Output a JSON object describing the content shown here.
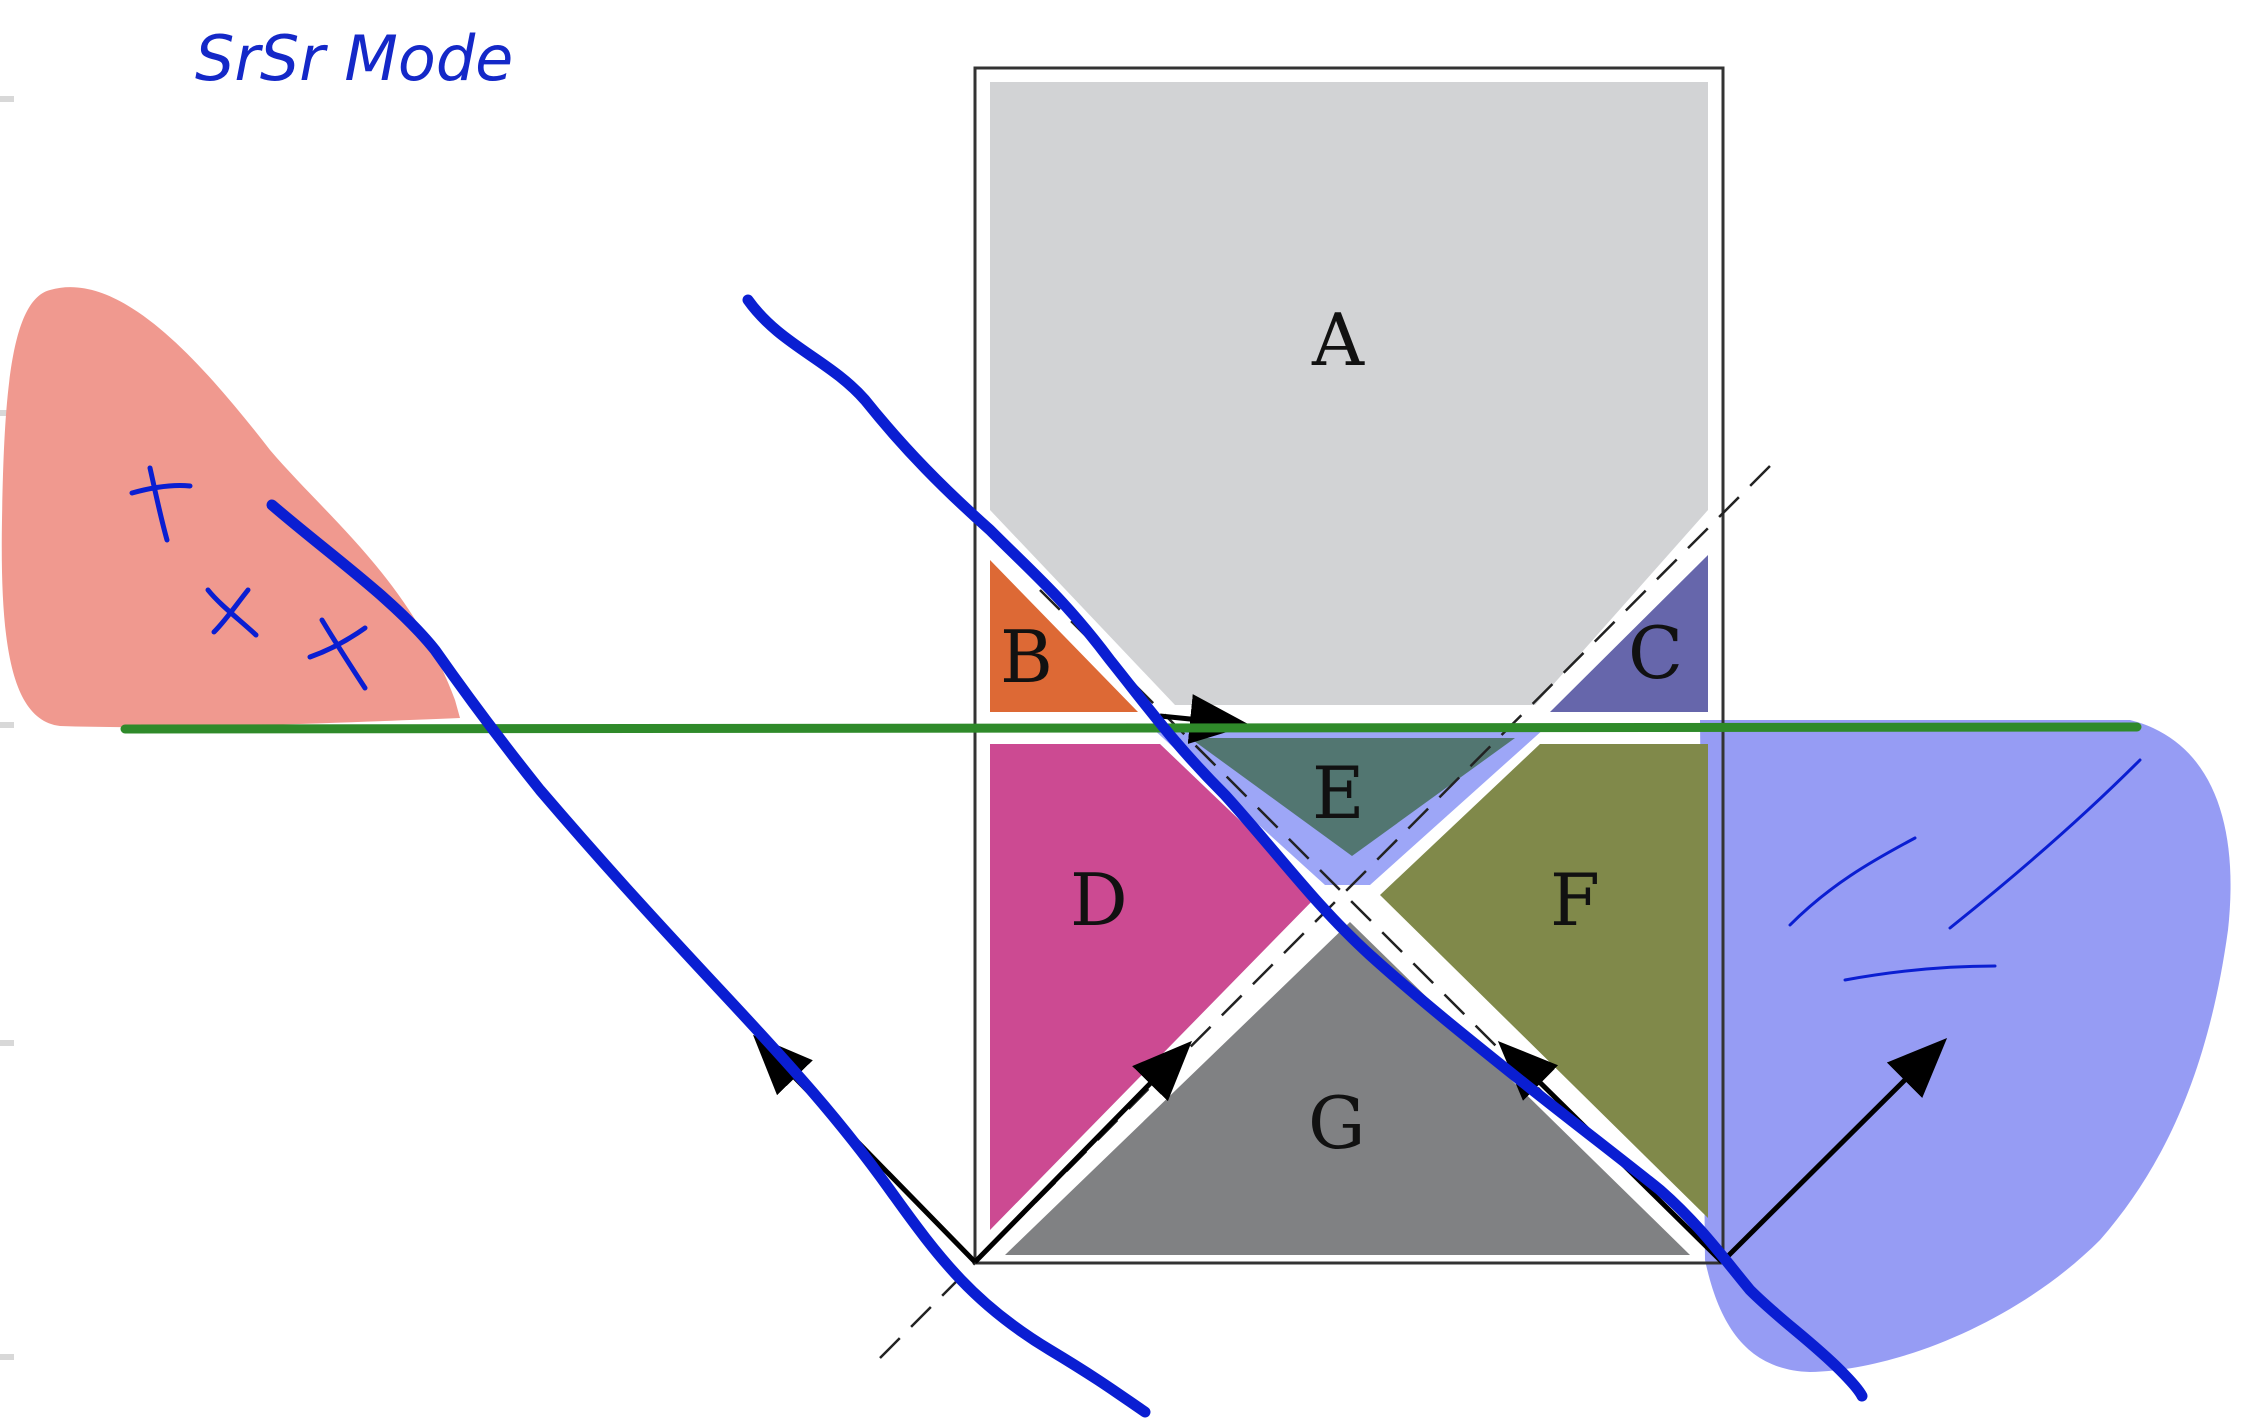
{
  "title": "SrSr Mode",
  "regions": [
    {
      "id": "A",
      "label": "A",
      "color": "#d2d3d5"
    },
    {
      "id": "B",
      "label": "B",
      "color": "#dd6935"
    },
    {
      "id": "C",
      "label": "C",
      "color": "#6666ab"
    },
    {
      "id": "D",
      "label": "D",
      "color": "#cc4a92"
    },
    {
      "id": "E",
      "label": "E",
      "color": "#527671"
    },
    {
      "id": "F",
      "label": "F",
      "color": "#80894a"
    },
    {
      "id": "G",
      "label": "G",
      "color": "#808183"
    }
  ],
  "annotations": {
    "red_blob_color": "#f0998f",
    "blue_blob_color": "#969cf4",
    "horizon_line_color": "#2f8a2a",
    "ink_color": "#0a1ed2",
    "highlight_band_color": "#9da6f7"
  }
}
